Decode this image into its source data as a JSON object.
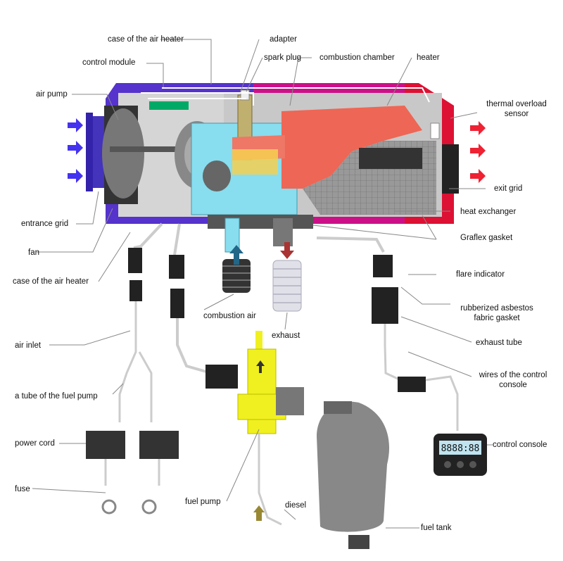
{
  "labels": {
    "case_top": "case of the air heater",
    "adapter": "adapter",
    "control_module": "control module",
    "spark_plug": "spark plug",
    "combustion_chamber": "combustion chamber",
    "heater": "heater",
    "air_pump": "air pump",
    "thermal_overload_line1": "thermal overload",
    "thermal_overload_line2": "sensor",
    "exit_grid": "exit grid",
    "heat_exchanger": "heat exchanger",
    "entrance_grid": "entrance grid",
    "graflex_gasket": "Graflex gasket",
    "fan": "fan",
    "flare_indicator": "flare indicator",
    "case_bottom": "case of the air heater",
    "combustion_air": "combustion air",
    "rubberized_line1": "rubberized asbestos",
    "rubberized_line2": "fabric gasket",
    "exhaust": "exhaust",
    "exhaust_tube": "exhaust tube",
    "air_inlet": "air inlet",
    "wires_line1": "wires of the control",
    "wires_line2": "console",
    "fuel_pump_tube": "a tube of the fuel pump",
    "control_console": "control console",
    "power_cord": "power cord",
    "fuse": "fuse",
    "fuel_pump": "fuel pump",
    "diesel": "diesel",
    "fuel_tank": "fuel tank"
  },
  "console_display": "8888:88",
  "colors": {
    "housing_blue": "#5533cc",
    "housing_magenta": "#cc1188",
    "housing_red": "#dd1133",
    "heat_red": "#ee6655",
    "gray": "#aaaaaa",
    "dark_gray": "#666666",
    "cyan": "#88ddee",
    "yellow": "#f0f020",
    "arrow_blue": "#4433ee",
    "arrow_red": "#ee2233",
    "arrow_teal": "#226688",
    "arrow_dark_red": "#aa3333",
    "arrow_olive": "#998833"
  }
}
